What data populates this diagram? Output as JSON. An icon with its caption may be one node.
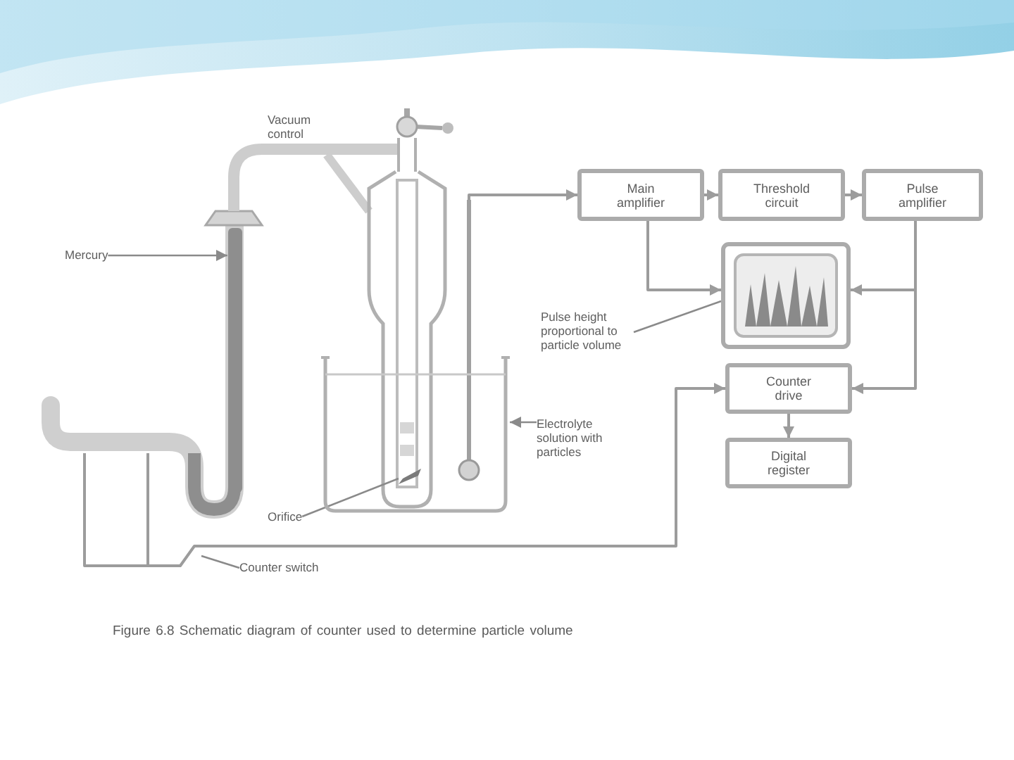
{
  "diagram": {
    "caption": "Figure 6.8 Schematic diagram of counter used to determine particle volume",
    "nodes": [
      {
        "text": [
          "Mercury"
        ]
      },
      {
        "text": [],
        "shape": "bar"
      },
      {
        "text": [],
        "shape": "picture"
      },
      {
        "text": [
          "Main amplifier"
        ]
      },
      {
        "text": [
          "Threshold circuit"
        ]
      },
      {
        "text": [
          "Pulse amplifier"
        ]
      },
      {
        "text": [],
        "shape": "picture"
      },
      {
        "text": [
          "Pulse height proportional to particle volume"
        ]
      },
      {
        "text": [],
        "shape": "picture"
      },
      {
        "text": [
          "Electrolyte solution with particles"
        ]
      },
      {
        "text": [
          "Counter drive"
        ]
      },
      {
        "text": [
          "Digital register"
        ]
      },
      {
        "text": [],
        "shape": "picture",
        "in": 8
      },
      {
        "text": [
          "Orifice"
        ]
      },
      {
        "text": [
          "Counter switch"
        ]
      }
    ],
    "edges": [
      {
        "from": 0,
        "to": 1,
        "arrow": "to"
      },
      {
        "from": 2,
        "to": 3,
        "arrow": "to"
      },
      {
        "from": 3,
        "to": 4,
        "arrow": "to"
      },
      {
        "from": 4,
        "to": 5,
        "arrow": "to"
      },
      {
        "from": 3,
        "to": 6,
        "arrow": "to"
      },
      {
        "from": 5,
        "to": 6,
        "arrow": "to"
      },
      {
        "from": 5,
        "to": 10,
        "arrow": "to"
      },
      {
        "from": 7,
        "to": 6,
        "arrow": "none"
      },
      {
        "from": 9,
        "to": 8,
        "arrow": "to"
      },
      {
        "from": 10,
        "to": 11,
        "arrow": "to"
      },
      {
        "from": 13,
        "to": 12,
        "arrow": "none"
      },
      {
        "from": null,
        "to": 10,
        "arrow": "to"
      },
      {
        "from": 14,
        "to": null,
        "arrow": "none"
      }
    ],
    "labels": [
      "Vacuum control"
    ]
  }
}
